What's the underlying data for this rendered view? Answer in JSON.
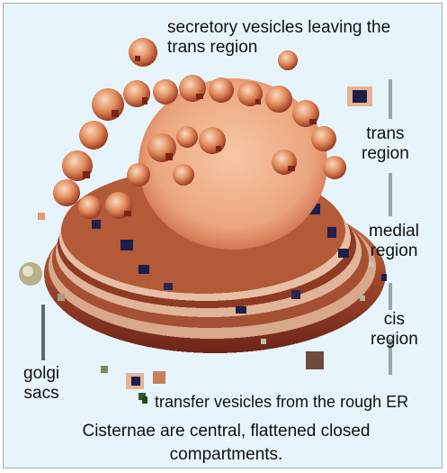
{
  "labels": {
    "secretory_line1": "secretory vesicles leaving the",
    "secretory_line2": "trans region",
    "trans_line1": "trans",
    "trans_line2": "region",
    "medial_line1": "medial",
    "medial_line2": "region",
    "cis_line1": "cis",
    "cis_line2": "region",
    "golgi_line1": "golgi",
    "golgi_line2": "sacs",
    "transfer": "transfer vesicles from the rough ER"
  },
  "caption": {
    "line1": "Cisternae are central, flattened closed",
    "line2": "compartments."
  },
  "colors": {
    "background": "#e8f4fb",
    "golgi_light": "#f2b48e",
    "golgi_mid": "#d97c55",
    "golgi_dark": "#8c2f1c",
    "accent_dark": "#1b1f4a",
    "pointer": "#9aa5ab"
  }
}
